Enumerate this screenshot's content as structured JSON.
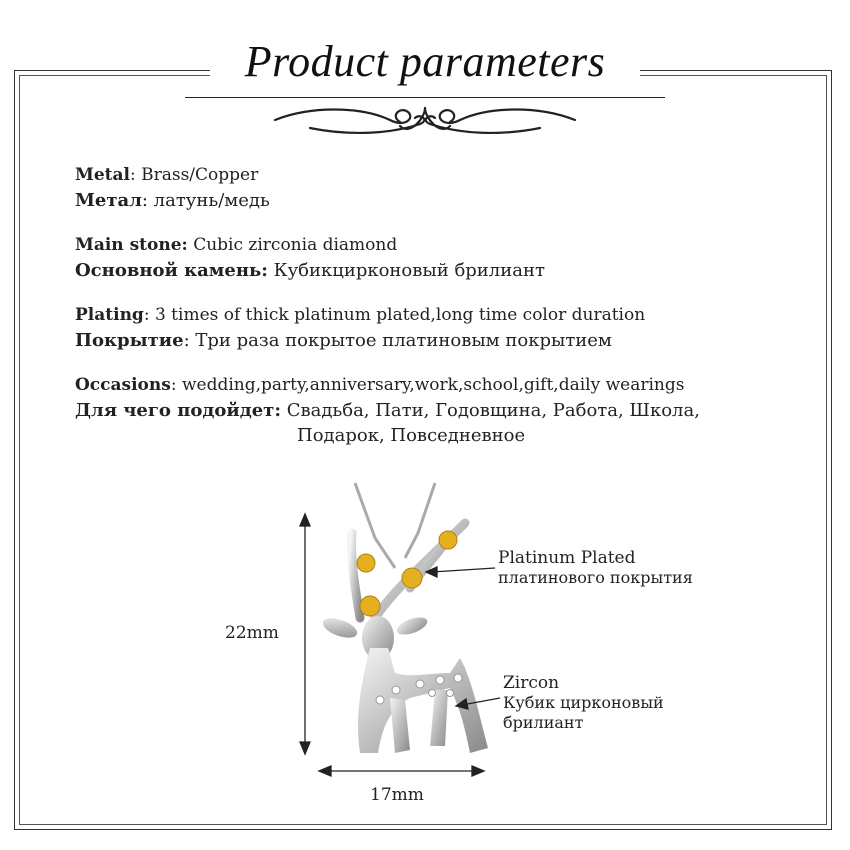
{
  "title": "Product parameters",
  "params": [
    {
      "label_en": "Metal",
      "value_en": ": Brass/Copper",
      "label_ru": "Метал",
      "value_ru": ": латунь/медь"
    },
    {
      "label_en": "Main stone:",
      "value_en": " Cubic zirconia diamond",
      "label_ru": "Основной камень:",
      "value_ru": " Кубикциркон​овый брилиант"
    },
    {
      "label_en": "Plating",
      "value_en": ":  3 times of thick platinum plated,long time color duration",
      "label_ru": "Покрытие",
      "value_ru": ": Три раза покрытое платиновым покрытием"
    },
    {
      "label_en": "Occasions",
      "value_en": ": wedding,party,anniversary,work,school,gift,daily wearings",
      "label_ru": "Для чего подойдет:",
      "value_ru": "  Свадьба, Пати, Годовщина, Работа, Школа,",
      "value_ru_2": "Подарок, Повседневное"
    }
  ],
  "dimensions": {
    "height": "22mm",
    "width": "17mm"
  },
  "callouts": {
    "plated_en": "Platinum Plated",
    "plated_ru": "платинового покрытия",
    "zircon_en": "Zircon",
    "zircon_ru_1": "Кубик цирконовый",
    "zircon_ru_2": "брилиант"
  },
  "colors": {
    "gold": "#e5b020",
    "silver": "#c8c8c8",
    "frame": "#333333"
  }
}
